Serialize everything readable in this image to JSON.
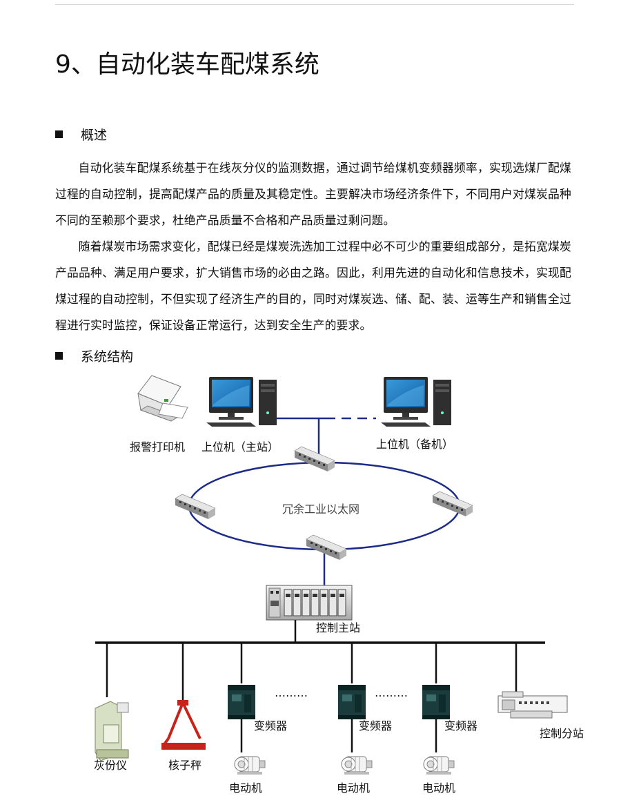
{
  "title": "9、自动化装车配煤系统",
  "sections": {
    "overview": "概述",
    "structure": "系统结构"
  },
  "paragraphs": [
    "自动化装车配煤系统基于在线灰分仪的监测数据，通过调节给煤机变频器频率，实现选煤厂配煤过程的自动控制，提高配煤产品的质量及其稳定性。主要解决市场经济条件下，不同用户对煤炭品种不同的至赖那个要求，杜绝产品质量不合格和产品质量过剩问题。",
    "随着煤炭市场需求变化，配煤已经是煤炭洗选加工过程中必不可少的重要组成部分，是拓宽煤炭产品品种、满足用户要求，扩大销售市场的必由之路。因此，利用先进的自动化和信息技术，实现配煤过程的自动控制，不但实现了经济生产的目的，同时对煤炭选、储、配、装、运等生产和销售全过程进行实时监控，保证设备正常运行，达到安全生产的要求。"
  ],
  "diagram": {
    "printer_label": "报警打印机",
    "host_main_label": "上位机（主站）",
    "host_backup_label": "上位机（备机）",
    "network_label": "冗余工业以太网",
    "control_main_label": "控制主站",
    "ash_analyzer_label": "灰份仪",
    "nuclear_scale_label": "核子秤",
    "vfd_label": "变频器",
    "motor_label": "电动机",
    "sub_station_label": "控制分站",
    "ellipsis": "………"
  }
}
